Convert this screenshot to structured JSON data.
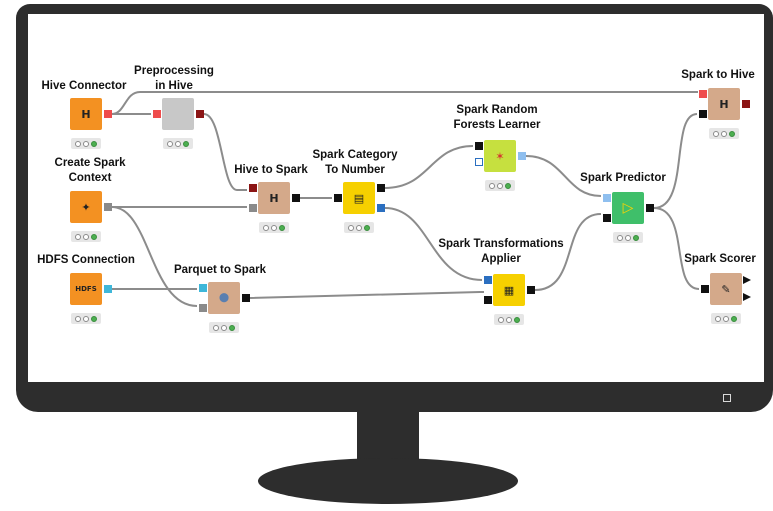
{
  "workflow": {
    "nodes": [
      {
        "id": "hive_connector",
        "label": "Hive Connector",
        "glyph": "H",
        "color": "#f39122",
        "status": "executed"
      },
      {
        "id": "preprocessing_hive",
        "label": "Preprocessing\nin Hive",
        "glyph": "",
        "color": "#c8c8c8",
        "status": "executed"
      },
      {
        "id": "create_spark_context",
        "label": "Create Spark\nContext",
        "glyph": "✦",
        "color": "#f39122",
        "status": "executed"
      },
      {
        "id": "hdfs_connection",
        "label": "HDFS Connection",
        "glyph": "HDFS",
        "color": "#f39122",
        "status": "executed"
      },
      {
        "id": "hive_to_spark",
        "label": "Hive to Spark",
        "glyph": "H",
        "color": "#d4a98a",
        "status": "executed"
      },
      {
        "id": "parquet_to_spark",
        "label": "Parquet to Spark",
        "glyph": "⬤",
        "color": "#d4a98a",
        "status": "executed"
      },
      {
        "id": "spark_category_to_number",
        "label": "Spark Category\nTo Number",
        "glyph": "▤",
        "color": "#f6d000",
        "status": "executed"
      },
      {
        "id": "spark_random_forests_learner",
        "label": "Spark Random\nForests Learner",
        "glyph": "✶",
        "color": "#c6e03f",
        "status": "executed"
      },
      {
        "id": "spark_transformations_applier",
        "label": "Spark Transformations\nApplier",
        "glyph": "▦",
        "color": "#f6d000",
        "status": "executed"
      },
      {
        "id": "spark_predictor",
        "label": "Spark Predictor",
        "glyph": "▷",
        "color": "#3fbf6a",
        "status": "executed"
      },
      {
        "id": "spark_to_hive",
        "label": "Spark to Hive",
        "glyph": "H",
        "color": "#d4a98a",
        "status": "executed"
      },
      {
        "id": "spark_scorer",
        "label": "Spark Scorer",
        "glyph": "✎",
        "color": "#d4a98a",
        "status": "executed"
      }
    ],
    "port_colors": {
      "db": "#ef4c4c",
      "db_out": "#8b1414",
      "spark": "#111111",
      "hdfs": "#3fb7d9",
      "context": "#8a8a8a",
      "model": "#8fbfef",
      "transform": "#2b6fc0"
    }
  }
}
